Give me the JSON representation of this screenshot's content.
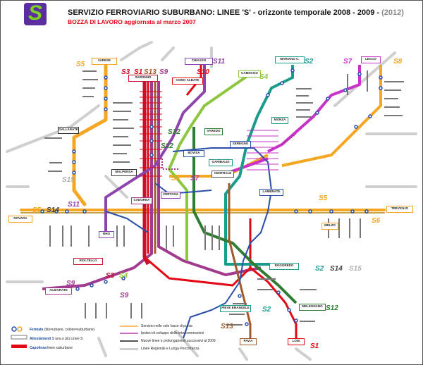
{
  "logo": {
    "letter": "S"
  },
  "header": {
    "title": "SERVIZIO FERROVIARIO SUBURBANO:  LINEE 'S'  - orizzonte temporale 2008 - 2009 - ",
    "title_year": "(2012)",
    "subtitle": "BOZZA DI LAVORO aggiornata al marzo 2007"
  },
  "line_labels": [
    {
      "id": "S5_varese",
      "text": "S5",
      "color": "#f5a623"
    },
    {
      "id": "S3_saronno",
      "text": "S3",
      "color": "#c8102e"
    },
    {
      "id": "S1_saronno",
      "text": "S1",
      "color": "#e30613"
    },
    {
      "id": "S13_saronno",
      "text": "S13",
      "color": "#a05a2c"
    },
    {
      "id": "S9_saronno",
      "text": "S9",
      "color": "#a23b8f"
    },
    {
      "id": "S11_chiasso",
      "text": "S11",
      "color": "#8e44ad"
    },
    {
      "id": "S4_camnago",
      "text": "S4",
      "color": "#8dc63f"
    },
    {
      "id": "S2_mariano",
      "text": "S2",
      "color": "#1a9b8c"
    },
    {
      "id": "S7_lecco",
      "text": "S7",
      "color": "#c832c8"
    },
    {
      "id": "S8_lecco",
      "text": "S8",
      "color": "#f5a623"
    },
    {
      "id": "S10_como",
      "text": "S10",
      "color": "#e30613"
    },
    {
      "id": "S12_varedo",
      "text": "S12",
      "color": "#2e7d32"
    },
    {
      "id": "S12_seveso",
      "text": "S12",
      "color": "#2e7d32"
    },
    {
      "id": "S8_cent",
      "text": "S8",
      "color": "#f5a623"
    },
    {
      "id": "S7_cent",
      "text": "S7",
      "color": "#c832c8"
    },
    {
      "id": "S15_gallarate",
      "text": "S15",
      "color": "#b0b0b0"
    },
    {
      "id": "S5_novara",
      "text": "S5",
      "color": "#f5a623"
    },
    {
      "id": "S14_novara",
      "text": "S14",
      "color": "#444444"
    },
    {
      "id": "S11_rho",
      "text": "S11",
      "color": "#8e44ad"
    },
    {
      "id": "S5_treviglio",
      "text": "S5",
      "color": "#f5a623"
    },
    {
      "id": "S6_treviglio",
      "text": "S6",
      "color": "#f5a623"
    },
    {
      "id": "S3_pioltello",
      "text": "S3",
      "color": "#c8102e"
    },
    {
      "id": "S4_pioltello",
      "text": "S4",
      "color": "#8dc63f"
    },
    {
      "id": "S2_rogoredo",
      "text": "S2",
      "color": "#1a9b8c"
    },
    {
      "id": "S14_rogoredo",
      "text": "S14",
      "color": "#444444"
    },
    {
      "id": "S15_rogoredo",
      "text": "S15",
      "color": "#b0b0b0"
    },
    {
      "id": "S9_albairate",
      "text": "S9",
      "color": "#a23b8f"
    },
    {
      "id": "S9_sangiuliano",
      "text": "S9",
      "color": "#a23b8f"
    },
    {
      "id": "S2_pieve",
      "text": "S2",
      "color": "#1a9b8c"
    },
    {
      "id": "S12_melegnano",
      "text": "S12",
      "color": "#2e7d32"
    },
    {
      "id": "S13_pavia",
      "text": "S13",
      "color": "#a05a2c"
    },
    {
      "id": "S1_lodi",
      "text": "S1",
      "color": "#e30613"
    }
  ],
  "terminals": [
    {
      "id": "varese",
      "text": "VARESE"
    },
    {
      "id": "saronno",
      "text": "SARONNO"
    },
    {
      "id": "chiasso",
      "text": "CHIASSO"
    },
    {
      "id": "como",
      "text": "COMO ALBATE"
    },
    {
      "id": "camnago",
      "text": "CAMNAGO"
    },
    {
      "id": "mariano",
      "text": "MARIANO C."
    },
    {
      "id": "lecco",
      "text": "LECCO"
    },
    {
      "id": "gallarate",
      "text": "GALLARATE"
    },
    {
      "id": "malpensa",
      "text": "MALPENSA"
    },
    {
      "id": "novara",
      "text": "NOVARA"
    },
    {
      "id": "treviglio",
      "text": "TREVIGLIO"
    },
    {
      "id": "pioltello",
      "text": "PIOLTELLO"
    },
    {
      "id": "rogoredo",
      "text": "ROGOREDO"
    },
    {
      "id": "albairate",
      "text": "ALBAIRATE"
    },
    {
      "id": "pieve",
      "text": "PIEVE EMANUELE"
    },
    {
      "id": "melegnano",
      "text": "MELEGNANO"
    },
    {
      "id": "pavia",
      "text": "PAVIA"
    },
    {
      "id": "lodi",
      "text": "LODI"
    },
    {
      "id": "seregno",
      "text": "SEREGNO"
    },
    {
      "id": "varedo",
      "text": "VAREDO"
    },
    {
      "id": "monza",
      "text": "MONZA"
    },
    {
      "id": "bovisa",
      "text": "BOVISA"
    },
    {
      "id": "garibaldi",
      "text": "GARIBALDI"
    },
    {
      "id": "certosa",
      "text": "CERTOSA"
    },
    {
      "id": "rho",
      "text": "RHO"
    },
    {
      "id": "lambrate",
      "text": "LAMBRATE"
    },
    {
      "id": "melzo",
      "text": "MELZO"
    },
    {
      "id": "cadorna",
      "text": "CADORNA"
    },
    {
      "id": "centrale",
      "text": "CENTRALE"
    }
  ],
  "legend": [
    {
      "id": "fermate",
      "bold": "Fermate",
      "text": "(blu=urbane, colore=suburbane)"
    },
    {
      "id": "attestamenti",
      "bold": "Attestamenti",
      "text": "S una o più Linee S"
    },
    {
      "id": "capolinea",
      "bold": "Capolinea",
      "text": "linee suburbane"
    },
    {
      "id": "punta",
      "bold": "",
      "text": "Servizio nelle sole fasce di punta"
    },
    {
      "id": "ipotesi",
      "bold": "",
      "text": "Ipotesi di sviluppo delle interconnessioni"
    },
    {
      "id": "nuove",
      "bold": "",
      "text": "Nuove linee e prolungamenti successivi al 2009"
    },
    {
      "id": "regionali",
      "bold": "",
      "text": "Linee Regionali e Lunga Percorrenza"
    }
  ]
}
